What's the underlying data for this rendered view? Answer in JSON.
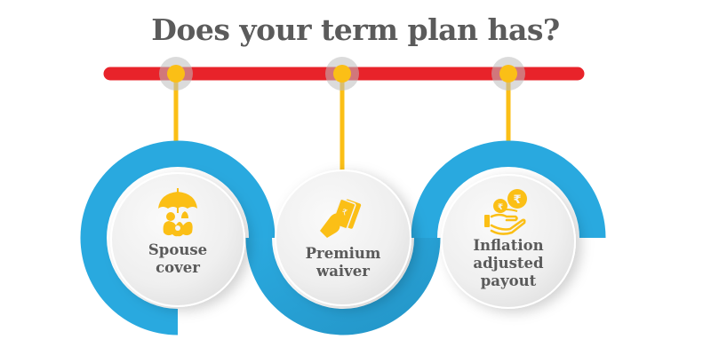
{
  "title": "Does your term plan has?",
  "colors": {
    "timeline_red": "#e8232a",
    "node_yellow": "#fbbf16",
    "ring_blue": "#29a9df",
    "text_gray": "#5a5a5a",
    "disc_white": "#f4f4f4"
  },
  "features": [
    {
      "icon": "umbrella-family-icon",
      "lines": [
        "Spouse",
        "cover"
      ]
    },
    {
      "icon": "hand-cash-rupee-icon",
      "lines": [
        "Premium",
        "waiver"
      ]
    },
    {
      "icon": "hand-rupee-coins-icon",
      "lines": [
        "Inflation",
        "adjusted",
        "payout"
      ]
    }
  ]
}
